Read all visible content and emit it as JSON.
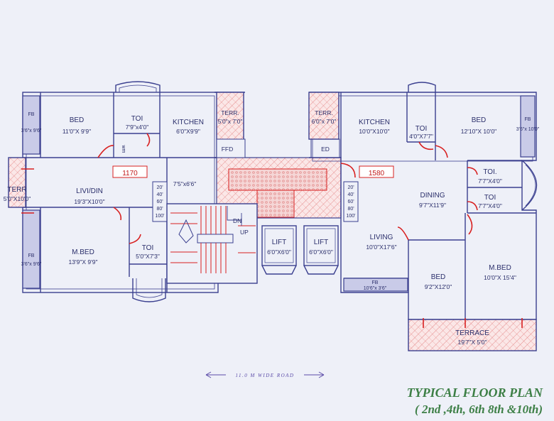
{
  "title": "TYPICAL FLOOR PLAN",
  "subtitle": "( 2nd ,4th, 6th 8th &10th)",
  "road_label": "11.0 M WIDE ROAD",
  "flat_numbers": {
    "left": "1170",
    "right": "1580"
  },
  "stair": {
    "down": "DN",
    "up": "UP"
  },
  "lobby": {
    "left": "FFD",
    "right": "ED",
    "dim": "7'5\"x6'6\""
  },
  "lifts": [
    {
      "name": "LIFT",
      "dim": "6'0\"X6'0\""
    },
    {
      "name": "LIFT",
      "dim": "6'0\"X6'0\""
    }
  ],
  "meter_board": [
    "20'",
    "40'",
    "60'",
    "80'",
    "100'"
  ],
  "rooms_left": {
    "fb_top": "FB",
    "fb_top_dim": "3'6\"x 9'6\"",
    "bed": "BED",
    "bed_dim": "11'0\"X 9'9\"",
    "toi": "TOI",
    "toi_dim": "7'9\"x4'0\"",
    "wm": "wm",
    "kitchen": "KITCHEN",
    "kitchen_dim": "6'0\"X9'9\"",
    "terr_top": "TERR.",
    "terr_top_dim": "5'0\"x 7'0\"",
    "terr_side": "TERR",
    "terr_side_dim": "5'0\"X10'0\"",
    "livi": "LIVI/DIN",
    "livi_dim": "19'3\"X10'0\"",
    "fb_bottom": "FB",
    "fb_bottom_dim": "3'6\"x 9'6\"",
    "mbed": "M.BED",
    "mbed_dim": "13'9\"X 9'9\"",
    "toi2": "TOI",
    "toi2_dim": "5'0\"X7'3\""
  },
  "rooms_right": {
    "terr_top": "TERR.",
    "terr_top_dim": "6'0\"x 7'0\"",
    "kitchen": "KITCHEN",
    "kitchen_dim": "10'0\"X10'0\"",
    "toi": "TOI",
    "toi_dim": "4'0\"X7'7\"",
    "bed": "BED",
    "bed_dim": "12'10\"X 10'0\"",
    "fb_top": "FB",
    "fb_top_dim": "3'6\"x 10'0\"",
    "toi2": "TOI.",
    "toi2_dim": "7'7\"X4'0\"",
    "toi3": "TOI",
    "toi3_dim": "7'7\"X4'0\"",
    "dining": "DINING",
    "dining_dim": "9'7\"X11'9\"",
    "living": "LIVING",
    "living_dim": "10'0\"X17'6\"",
    "fb_bottom": "FB",
    "fb_bottom_dim": "10'6\"x 3'6\"",
    "bed2": "BED",
    "bed2_dim": "9'2\"X12'0\"",
    "mbed": "M.BED",
    "mbed_dim": "10'0\"X 15'4\"",
    "terrace": "TERRACE",
    "terrace_dim": "19'7\"X 5'0\""
  },
  "colors": {
    "line": "#3a3f8f",
    "hatch": "#e58a8a",
    "door": "#d82020",
    "lobby_fill": "#f2cfcf",
    "fb_fill": "#c9cbe8",
    "title": "#3d7f46"
  }
}
